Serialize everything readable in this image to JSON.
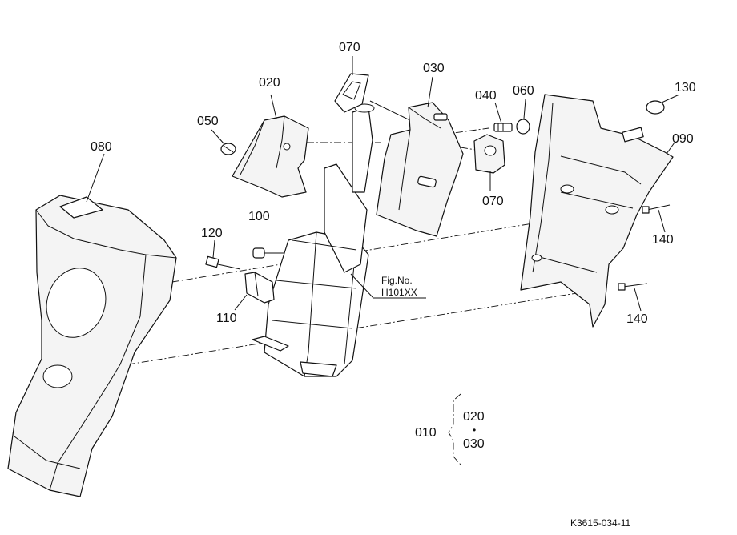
{
  "diagram": {
    "part_labels": {
      "p010": "010",
      "p020a": "020",
      "p020b": "020",
      "p030a": "030",
      "p030b": "030",
      "p040": "040",
      "p050": "050",
      "p060": "060",
      "p070a": "070",
      "p070b": "070",
      "p080": "080",
      "p090": "090",
      "p100": "100",
      "p110": "110",
      "p120": "120",
      "p130": "130",
      "p140a": "140",
      "p140b": "140"
    },
    "fig_ref_line1": "Fig.No.",
    "fig_ref_line2": "H101XX",
    "group_bullet": "•",
    "drawing_code": "K3615-034-11"
  }
}
